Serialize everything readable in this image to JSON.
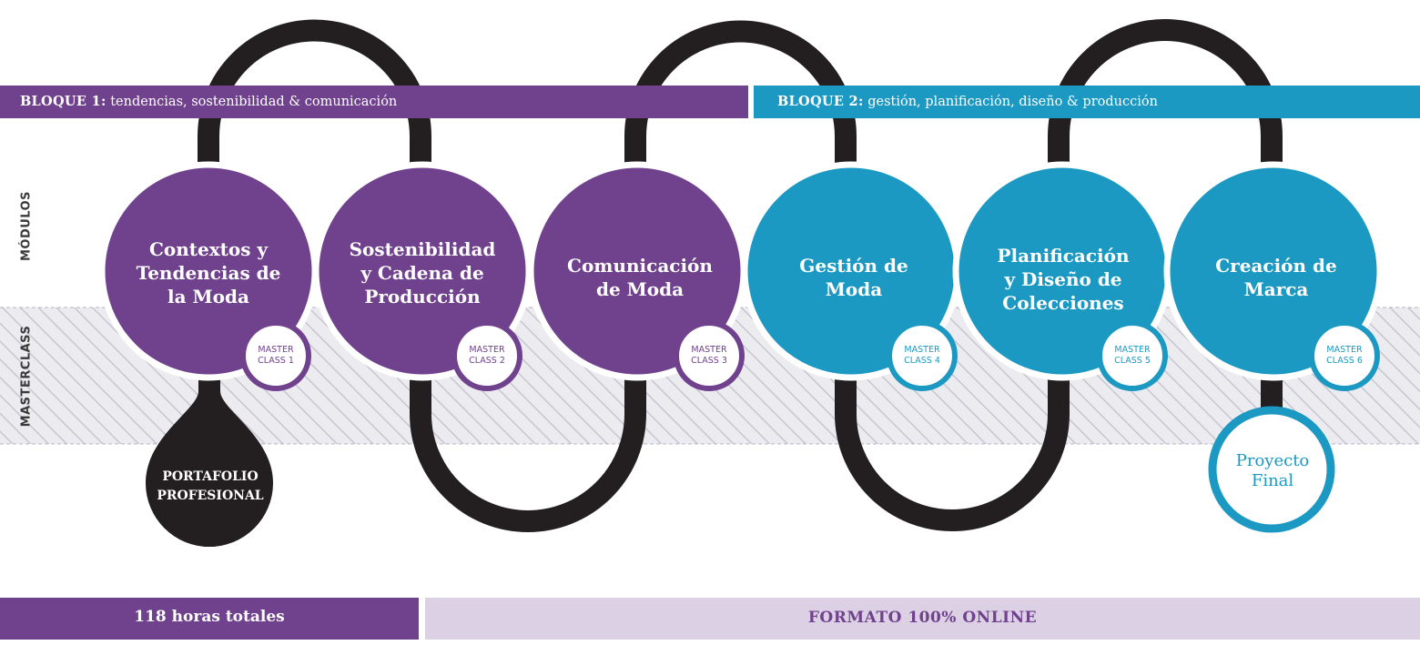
{
  "header": {
    "block1": {
      "prefix": "BLOQUE 1:",
      "text": "tendencias, sostenibilidad & comunicación"
    },
    "block2": {
      "prefix": "BLOQUE 2:",
      "text": "gestión, planificación, diseño & producción"
    }
  },
  "side_labels": {
    "modules": "MÓDULOS",
    "masterclass": "MASTERCLASS"
  },
  "modules": [
    {
      "title": "Contextos y\nTendencias de\nla Moda",
      "masterclass": "MASTER\nCLASS 1"
    },
    {
      "title": "Sostenibilidad\ny Cadena de\nProducción",
      "masterclass": "MASTER\nCLASS 2"
    },
    {
      "title": "Comunicación\nde Moda",
      "masterclass": "MASTER\nCLASS 3"
    },
    {
      "title": "Gestión de\nModa",
      "masterclass": "MASTER\nCLASS 4"
    },
    {
      "title": "Planificación\ny Diseño de\nColecciones",
      "masterclass": "MASTER\nCLASS 5"
    },
    {
      "title": "Creación de\nMarca",
      "masterclass": "MASTER\nCLASS 6"
    }
  ],
  "portfolio": "PORTAFOLIO\nPROFESIONAL",
  "final_project": "Proyecto\nFinal",
  "footer": {
    "hours": "118 horas totales",
    "format": "FORMATO 100% ONLINE"
  },
  "colors": {
    "purple": "#70418c",
    "blue": "#1b99c2",
    "dark": "#231f20",
    "lilac": "#dcd1e4"
  }
}
